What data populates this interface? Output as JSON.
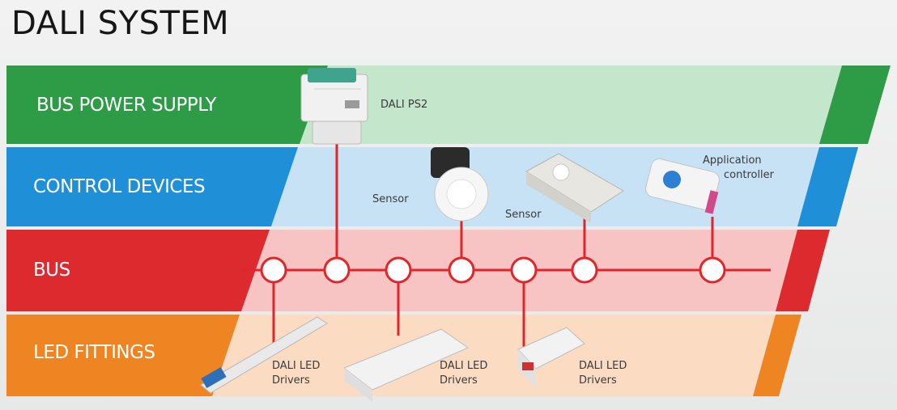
{
  "title": "DALI SYSTEM",
  "bands": {
    "power": {
      "label": "BUS POWER SUPPLY",
      "color": "#2e9b47",
      "tint": "#c4e6cb"
    },
    "control": {
      "label": "CONTROL DEVICES",
      "color": "#1f8fd8",
      "tint": "#c7e2f5"
    },
    "bus": {
      "label": "BUS",
      "color": "#dd2a2f",
      "tint": "#f7c3c3"
    },
    "fittings": {
      "label": "LED FITTINGS",
      "color": "#ef8522",
      "tint": "#fbdcc3"
    }
  },
  "devices": {
    "power_supply": "DALI PS2",
    "sensor_1": "Sensor",
    "sensor_2": "Sensor",
    "app_controller_line1": "Application",
    "app_controller_line2": "controller",
    "driver_1_line1": "DALI LED",
    "driver_1_line2": "Drivers",
    "driver_2_line1": "DALI LED",
    "driver_2_line2": "Drivers",
    "driver_3_line1": "DALI LED",
    "driver_3_line2": "Drivers"
  },
  "colors": {
    "bus_line": "#e0262b",
    "node_fill": "#ffffff"
  }
}
